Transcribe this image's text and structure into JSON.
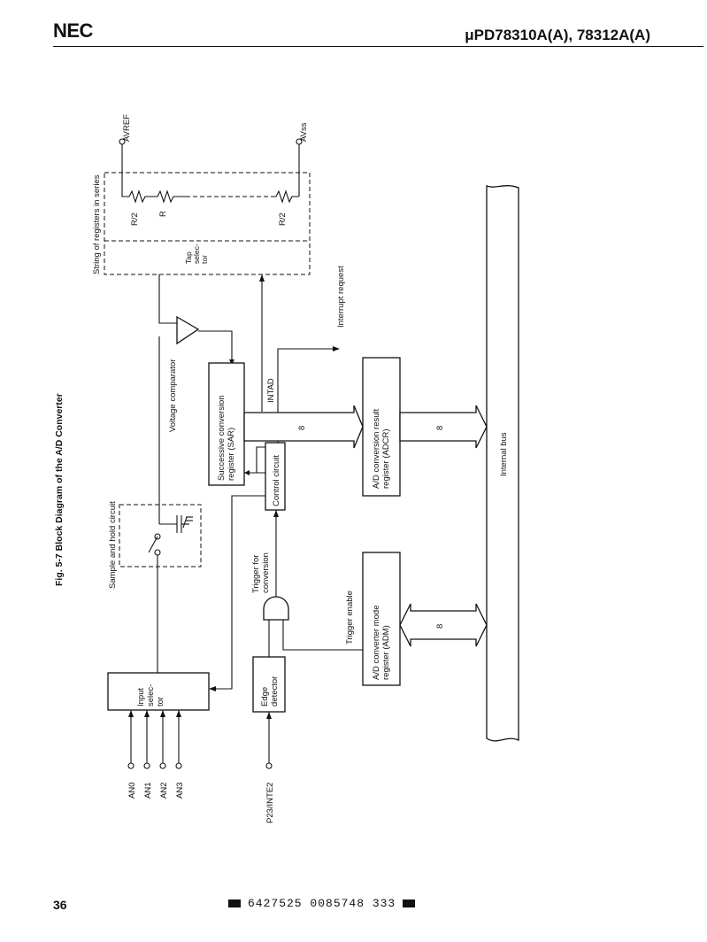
{
  "header": {
    "logo": "NEC",
    "part_number": "μPD78310A(A), 78312A(A)"
  },
  "figure": {
    "title": "Fig. 5-7  Block Diagram of the A/D Converter"
  },
  "labels": {
    "avref": "AVREF",
    "avss": "AVss",
    "string_of_registers": "String of registers in series",
    "r_half_1": "R/2",
    "r": "R",
    "r_half_2": "R/2",
    "tap_selector": [
      "Tap",
      "selec-",
      "tor"
    ],
    "interrupt_request": "Interrupt request",
    "voltage_comparator": "Voltage comparator",
    "intad": "INTAD",
    "sar": [
      "Successive conversion",
      "register (SAR)"
    ],
    "sample_hold": "Sample and hold circuit",
    "control_circuit": "Control circuit",
    "adcr": [
      "A/D conversion result",
      "register (ADCR)"
    ],
    "bus_width_1": "8",
    "bus_width_2": "8",
    "bus_width_3": "8",
    "internal_bus": "Internal bus",
    "trigger_for_conversion": [
      "Trigger for",
      "conversion"
    ],
    "trigger_enable": "Trigger enable",
    "adm": [
      "A/D converter mode",
      "register (ADM)"
    ],
    "input_selector": [
      "Input",
      "selec-",
      "tor"
    ],
    "edge_detector": [
      "Edge",
      "detector"
    ],
    "an0": "AN0",
    "an1": "AN1",
    "an2": "AN2",
    "an3": "AN3",
    "p23": "P23/INTE2"
  },
  "footer": {
    "page_number": "36",
    "code": "6427525 0085748 333"
  }
}
